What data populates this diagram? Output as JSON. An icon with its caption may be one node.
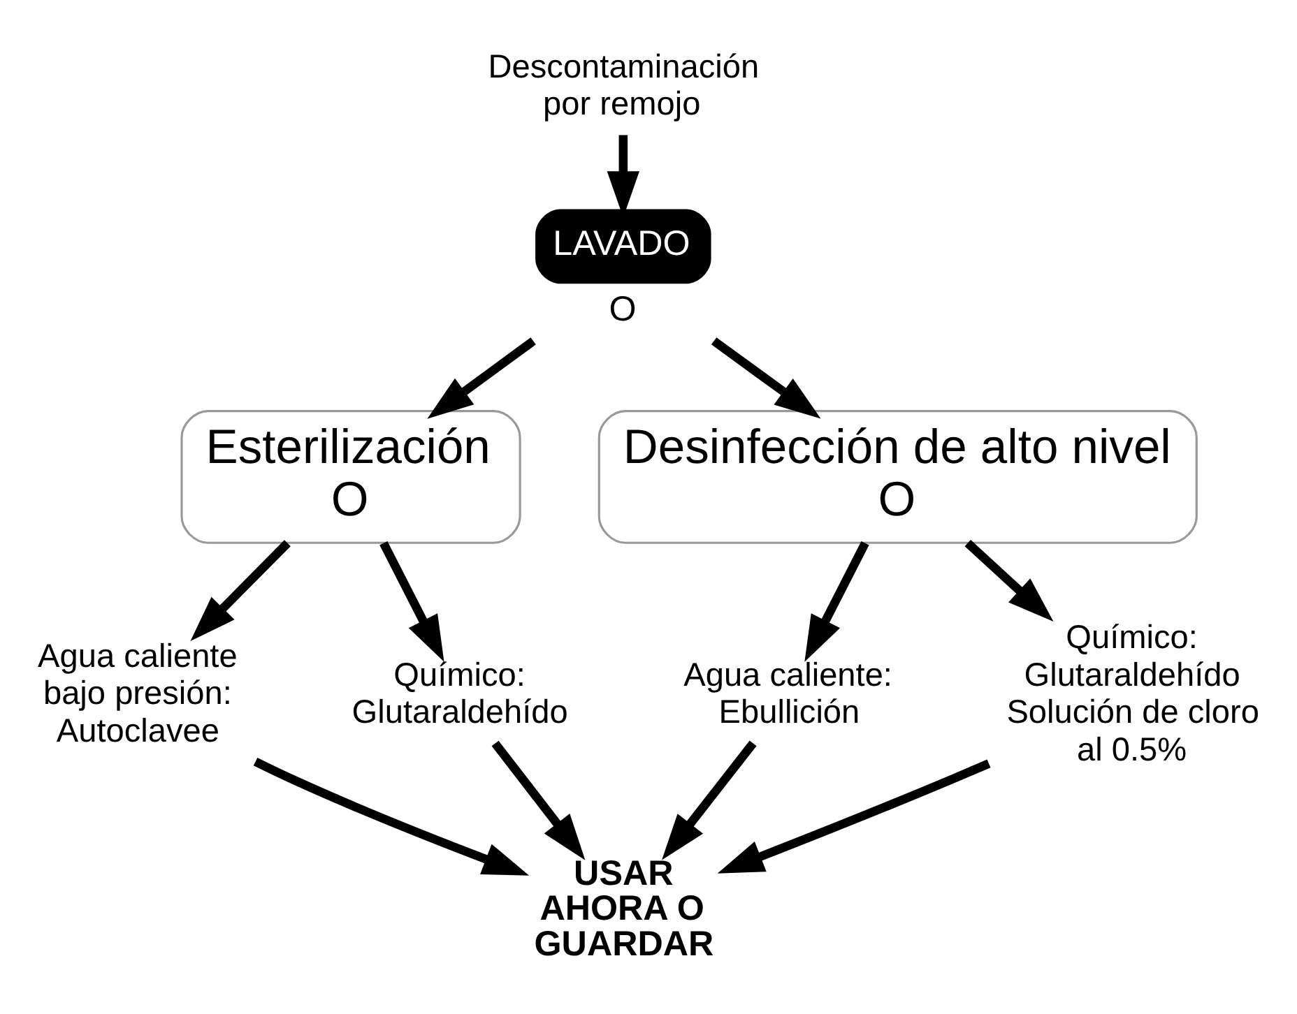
{
  "diagram": {
    "nodes": [
      {
        "text": [
          "Descontaminación por remojo"
        ]
      },
      {
        "text": [
          "LAVADO"
        ],
        "beside": [
          "O"
        ]
      },
      {
        "text": [
          "Esterilización",
          "O"
        ]
      },
      {
        "text": [
          "Desinfección de alto nivel",
          "O"
        ]
      },
      {
        "text": [
          "Agua caliente bajo presión: Autoclavee"
        ]
      },
      {
        "text": [
          "Químico: Glutaraldehído"
        ]
      },
      {
        "text": [
          "Agua caliente: Ebullición"
        ]
      },
      {
        "text": [
          "Químico: Glutaraldehído Solución de cloro al 0.5%"
        ]
      },
      {
        "text": [
          "USAR AHORA O GUARDAR"
        ]
      }
    ],
    "edges": [
      {
        "from": 0,
        "to": 1,
        "arrow": "to"
      },
      {
        "from": 1,
        "to": 2,
        "arrow": "to"
      },
      {
        "from": 1,
        "to": 3,
        "arrow": "to"
      },
      {
        "from": 2,
        "to": 4,
        "arrow": "to"
      },
      {
        "from": 2,
        "to": 5,
        "arrow": "to"
      },
      {
        "from": 3,
        "to": 6,
        "arrow": "to"
      },
      {
        "from": 3,
        "to": 7,
        "arrow": "to"
      },
      {
        "from": 4,
        "to": 8,
        "arrow": "to"
      },
      {
        "from": 5,
        "to": 8,
        "arrow": "to"
      },
      {
        "from": 6,
        "to": 8,
        "arrow": "to"
      },
      {
        "from": 7,
        "to": 8,
        "arrow": "to"
      }
    ]
  }
}
